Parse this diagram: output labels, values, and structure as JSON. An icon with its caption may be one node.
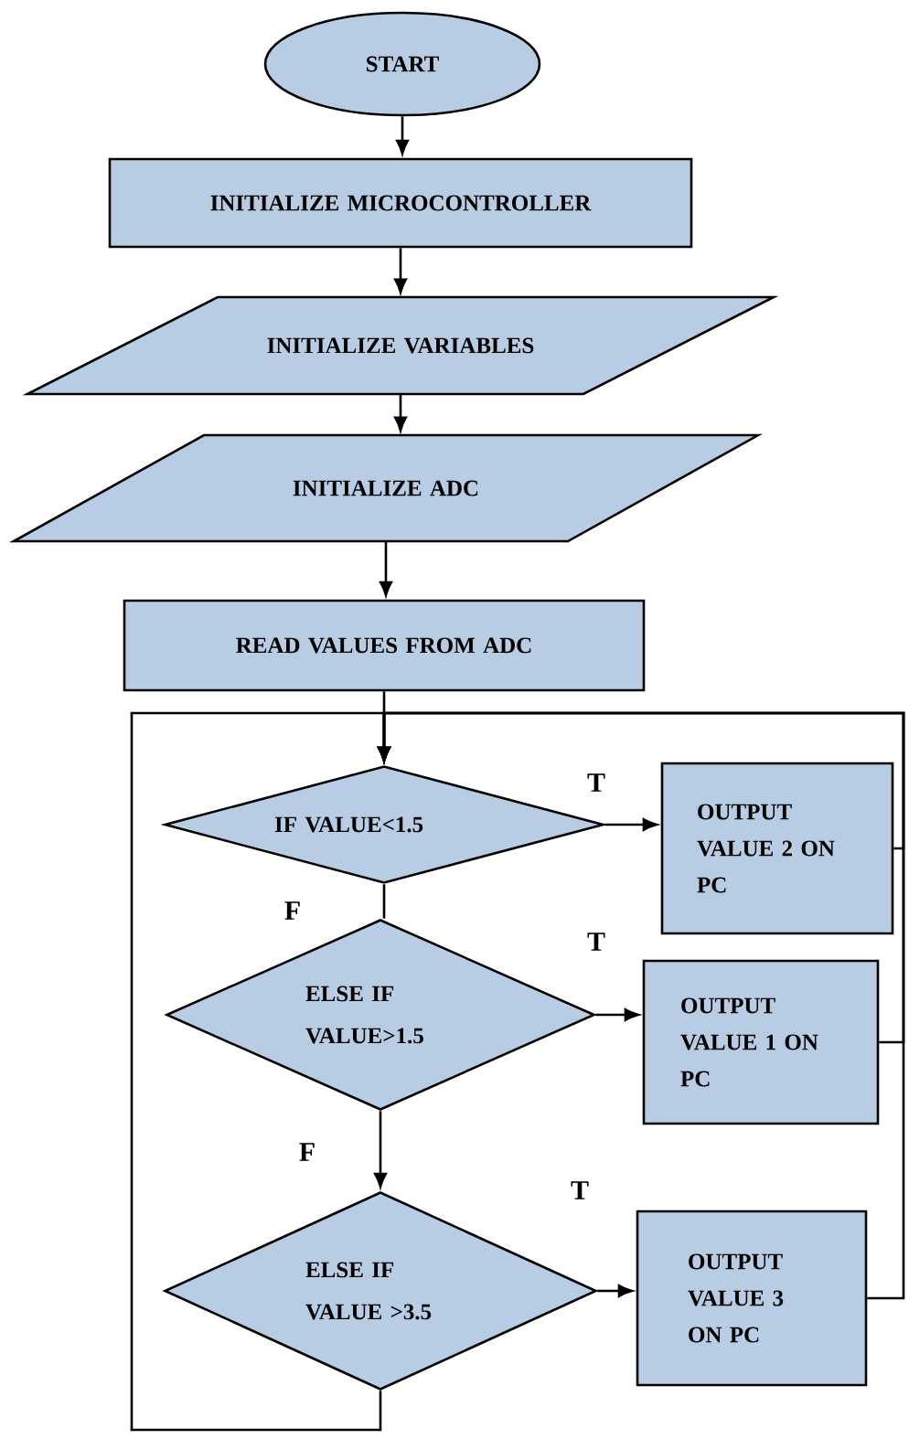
{
  "diagram": {
    "nodes": [
      {
        "text": [
          "START"
        ]
      },
      {
        "text": [
          "INITIALIZE MICROCONTROLLER"
        ]
      },
      {
        "text": [
          "INITIALIZE VARIABLES"
        ]
      },
      {
        "text": [
          "INITIALIZE ADC"
        ]
      },
      {
        "text": [
          "READ VALUES FROM ADC"
        ]
      },
      {
        "text": [
          "IF VALUE<1.5"
        ]
      },
      {
        "text": [
          "ELSE IF VALUE>1.5"
        ]
      },
      {
        "text": [
          "ELSE IF VALUE >3.5"
        ]
      },
      {
        "text": [
          "OUTPUT VALUE 2 ON PC"
        ]
      },
      {
        "text": [
          "OUTPUT VALUE 1 ON PC"
        ]
      },
      {
        "text": [
          "OUTPUT VALUE 3 ON PC"
        ]
      }
    ],
    "edges": [
      {
        "from": 0,
        "to": 1,
        "arrow": "to"
      },
      {
        "from": 1,
        "to": 2,
        "arrow": "to"
      },
      {
        "from": 2,
        "to": 3,
        "arrow": "to"
      },
      {
        "from": 3,
        "to": 4,
        "arrow": "to"
      },
      {
        "from": 4,
        "to": 5,
        "arrow": "to"
      },
      {
        "from": 5,
        "to": 8,
        "arrow": "to",
        "label": "T"
      },
      {
        "from": 5,
        "to": 6,
        "arrow": "none",
        "label": "F"
      },
      {
        "from": 6,
        "to": 9,
        "arrow": "to",
        "label": "T"
      },
      {
        "from": 6,
        "to": 7,
        "arrow": "to",
        "label": "F"
      },
      {
        "from": 7,
        "to": 10,
        "arrow": "to",
        "label": "T"
      },
      {
        "from": 7,
        "to": 5,
        "arrow": "to"
      },
      {
        "from": 8,
        "to": 5,
        "arrow": "to"
      },
      {
        "from": 9,
        "to": 5,
        "arrow": "to"
      },
      {
        "from": 10,
        "to": 5,
        "arrow": "to"
      }
    ]
  }
}
